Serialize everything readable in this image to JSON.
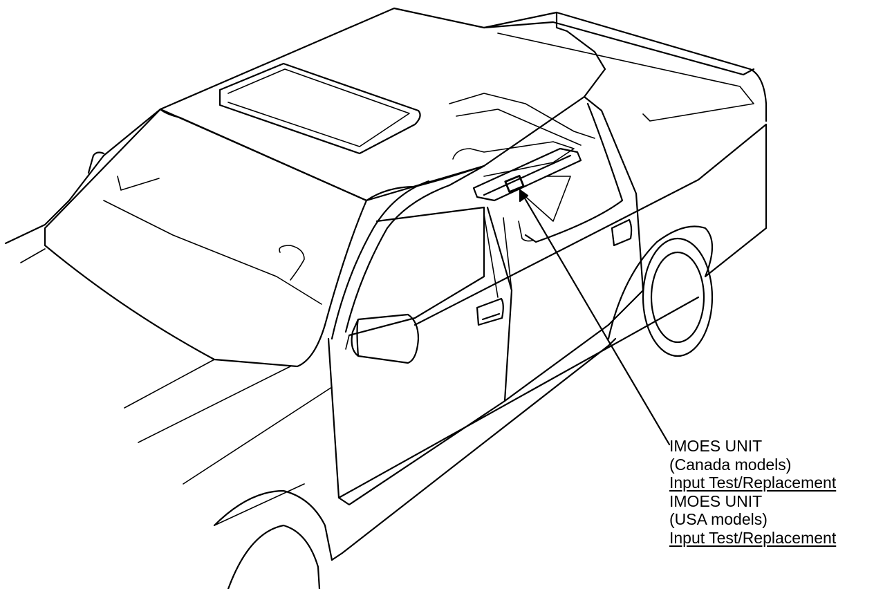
{
  "callout": {
    "canada": {
      "title": "IMOES UNIT",
      "models": "(Canada models)",
      "link": "Input Test/Replacement"
    },
    "usa": {
      "title": "IMOES UNIT",
      "models": "(USA models)",
      "link": "Input Test/Replacement"
    }
  },
  "colors": {
    "line": "#000000",
    "background": "#ffffff"
  }
}
